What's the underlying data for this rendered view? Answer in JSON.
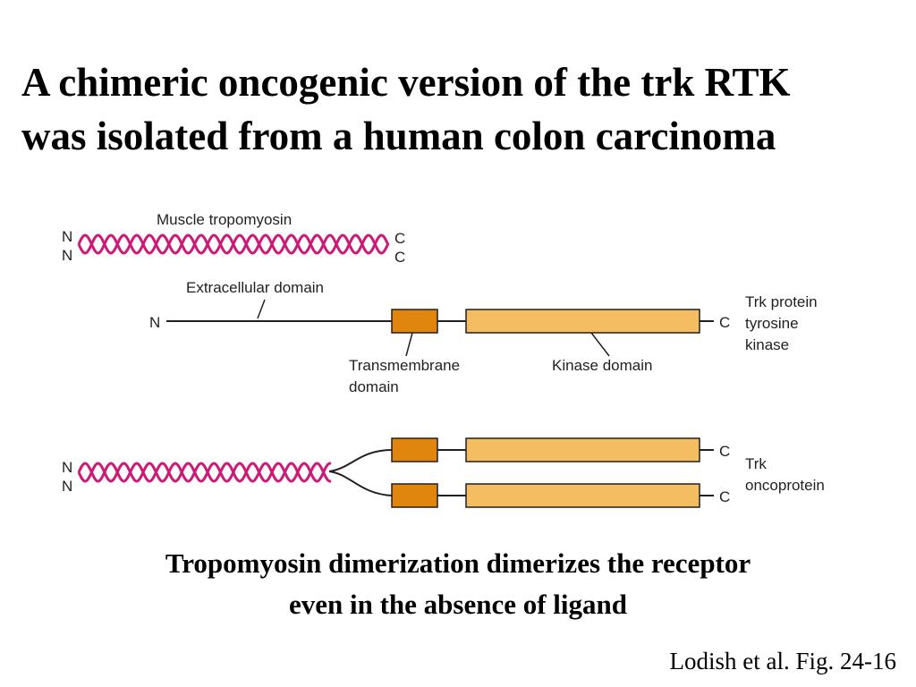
{
  "title": {
    "line1": "A chimeric oncogenic version of the trk RTK",
    "line2": "was isolated from a human colon carcinoma"
  },
  "diagram": {
    "tropomyosin": {
      "label": "Muscle tropomyosin",
      "n_top": "N",
      "n_bottom": "N",
      "c_top": "C",
      "c_bottom": "C"
    },
    "receptor": {
      "extracellular_label": "Extracellular domain",
      "n_label": "N",
      "c_label": "C",
      "transmembrane_label_line1": "Transmembrane",
      "transmembrane_label_line2": "domain",
      "kinase_label": "Kinase domain",
      "name_line1": "Trk protein",
      "name_line2": "tyrosine",
      "name_line3": "kinase"
    },
    "oncoprotein": {
      "n_top": "N",
      "n_bottom": "N",
      "c_top": "C",
      "c_bottom": "C",
      "name_line1": "Trk",
      "name_line2": "oncoprotein"
    },
    "colors": {
      "tropomyosin": "#cc1a78",
      "transmembrane": "#e0860e",
      "kinase": "#f4bd62",
      "outline": "#231f20"
    }
  },
  "caption": {
    "line1": "Tropomyosin dimerization dimerizes the receptor",
    "line2": "even in the absence of ligand"
  },
  "credit": "Lodish et al. Fig. 24-16"
}
